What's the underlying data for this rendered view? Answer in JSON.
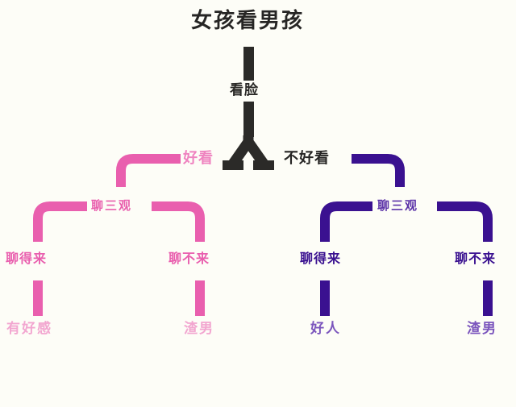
{
  "diagram": {
    "title": "女孩看男孩",
    "type": "decision-tree-flowchart",
    "background_color": "#fdfdf7",
    "colors": {
      "root": "#262524",
      "pink_branch": "#e95fae",
      "pink_light": "#f2a6d0",
      "purple_branch": "#3a1190",
      "purple_light": "#7b55bd"
    },
    "root": {
      "label": "女孩看男孩",
      "criterion": "看脸"
    },
    "branches": [
      {
        "name": "good-looking",
        "label": "好看",
        "color": "#e95fae",
        "criterion": "聊三观",
        "outcomes": [
          {
            "name": "compatible",
            "condition": "聊得来",
            "result": "有好感"
          },
          {
            "name": "incompatible",
            "condition": "聊不来",
            "result": "渣男"
          }
        ]
      },
      {
        "name": "not-good-looking",
        "label": "不好看",
        "color": "#3a1190",
        "criterion": "聊三观",
        "outcomes": [
          {
            "name": "compatible",
            "condition": "聊得来",
            "result": "好人"
          },
          {
            "name": "incompatible",
            "condition": "聊不来",
            "result": "渣男"
          }
        ]
      }
    ]
  }
}
